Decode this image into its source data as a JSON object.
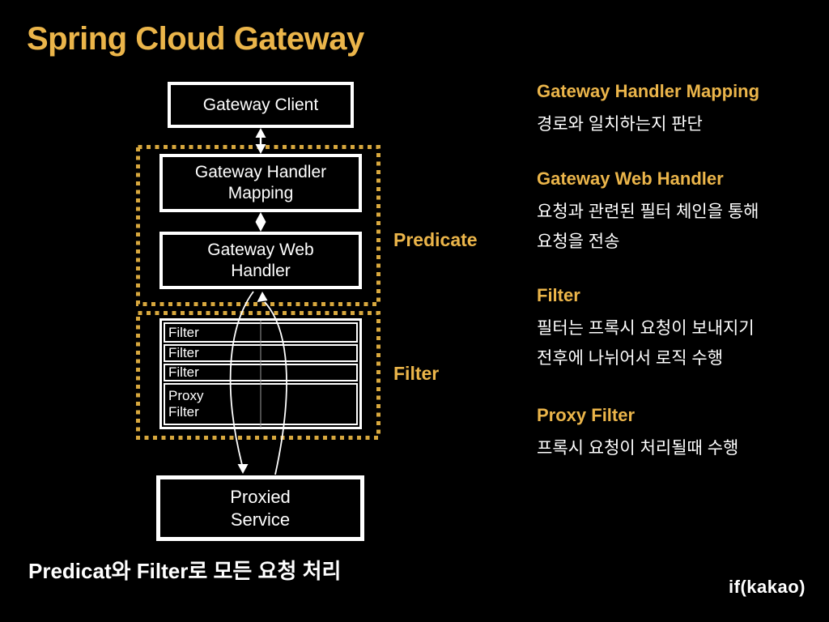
{
  "slide": {
    "title": "Spring Cloud Gateway",
    "caption": "Predicat와 Filter로 모든 요청 처리",
    "brand": "if(kakao)"
  },
  "colors": {
    "background": "#000000",
    "gold": "#EBB54A",
    "dot_gold": "#D8A83E",
    "white": "#FFFFFF"
  },
  "diagram": {
    "gateway_client": "Gateway Client",
    "gateway_handler_mapping": "Gateway Handler\nMapping",
    "gateway_web_handler": "Gateway Web\nHandler",
    "proxied_service": "Proxied\nService",
    "predicate_label": "Predicate",
    "filter_label": "Filter",
    "filter_rows": [
      "Filter",
      "Filter",
      "Filter"
    ],
    "proxy_filter_row": "Proxy\nFilter"
  },
  "descriptions": [
    {
      "heading": "Gateway Handler Mapping",
      "lines": [
        "경로와 일치하는지 판단"
      ]
    },
    {
      "heading": "Gateway Web Handler",
      "lines": [
        "요청과 관련된 필터 체인을 통해",
        "요청을 전송"
      ]
    },
    {
      "heading": "Filter",
      "lines": [
        "필터는 프록시 요청이 보내지기",
        "전후에 나뉘어서 로직 수행"
      ]
    },
    {
      "heading": "Proxy Filter",
      "lines": [
        "프록시 요청이 처리될때 수행"
      ]
    }
  ]
}
